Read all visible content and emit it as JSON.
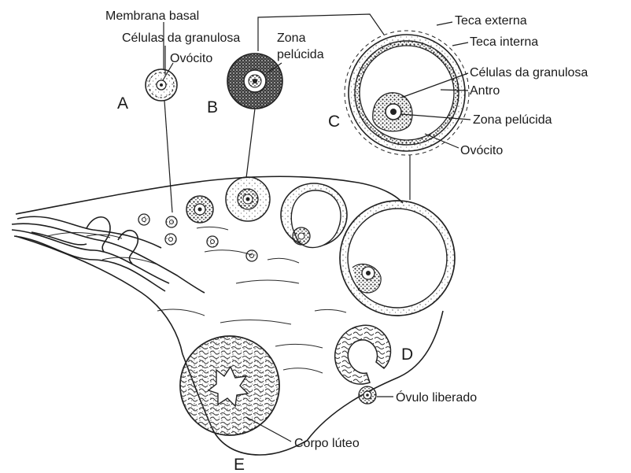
{
  "diagram": {
    "letters": {
      "a": "A",
      "b": "B",
      "c": "C",
      "d": "D",
      "e": "E"
    },
    "labels": {
      "membrana_basal": "Membrana basal",
      "celulas_granulosa_a": "Células da granulosa",
      "ovocito_a": "Ovócito",
      "zona_pelucida_b_line1": "Zona",
      "zona_pelucida_b_line2": "pelúcida",
      "teca_externa": "Teca externa",
      "teca_interna": "Teca interna",
      "celulas_granulosa_c": "Células da granulosa",
      "antro": "Antro",
      "zona_pelucida_c": "Zona pelúcida",
      "ovocito_c": "Ovócito",
      "ovulo_liberado": "Óvulo liberado",
      "corpo_luteo": "Corpo lúteo"
    }
  }
}
